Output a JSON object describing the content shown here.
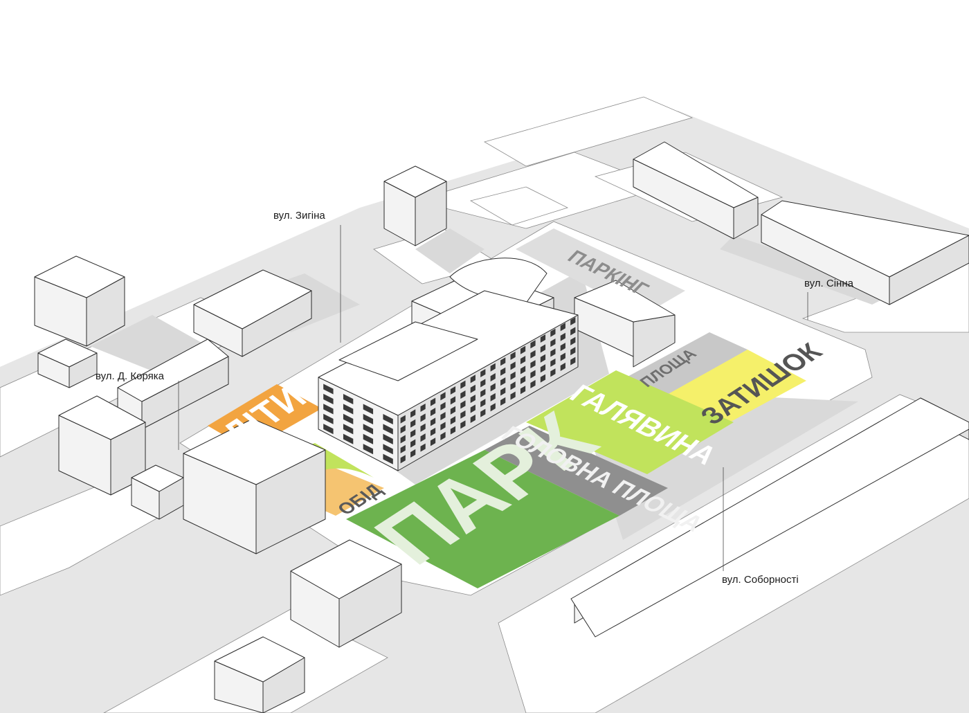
{
  "street_labels": {
    "zygina": "вул. Зигіна",
    "koriaka": "вул. Д. Коряка",
    "sinna": "вул. Сінна",
    "sobornosti": "вул. Соборності"
  },
  "zones": {
    "park": "ПАРК",
    "main_square": "ГОЛОВНА ПЛОЩА",
    "lawn": "ГАЛЯВИНА",
    "cozy": "ЗАТИШОК",
    "square": "ПЛОЩА",
    "parking": "ПАРКІНГ",
    "kids": "ДІТИ",
    "lunch": "ОБІД"
  },
  "colors": {
    "park": "#6db34f",
    "lawn": "#c1e35c",
    "cozy": "#f5f06a",
    "main_square": "#8f8f8f",
    "kids": "#f2a440",
    "lunch": "#f5c471",
    "parking": "#dedede",
    "label_light": "#e4f0dc"
  }
}
